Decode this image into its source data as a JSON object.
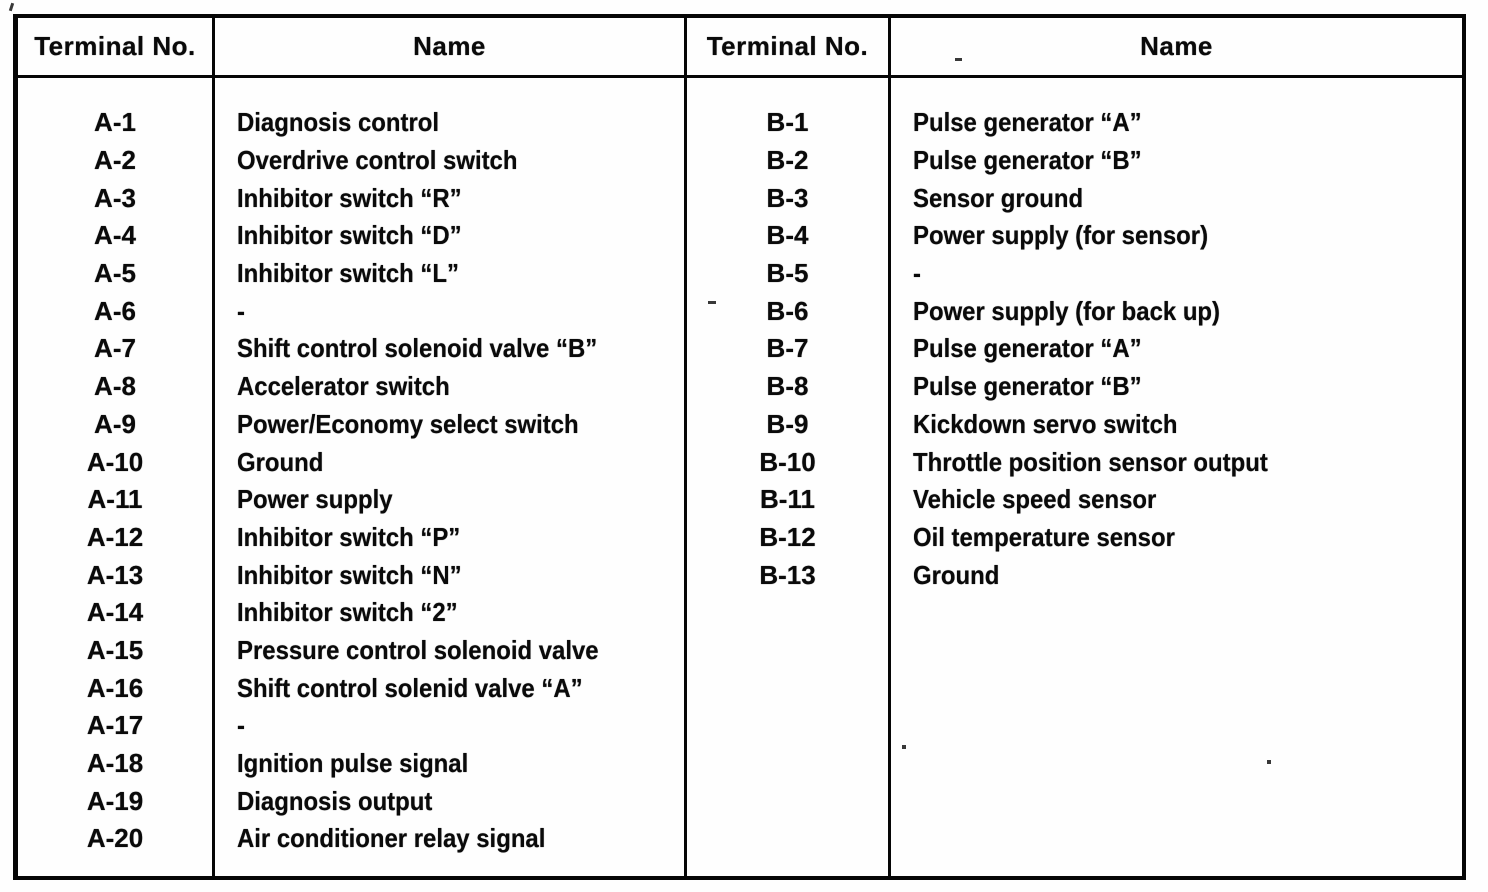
{
  "table": {
    "header": {
      "terminal_label": "Terminal No.",
      "name_label": "Name"
    },
    "left_section": {
      "rows": [
        {
          "terminal": "A-1",
          "name": "Diagnosis control"
        },
        {
          "terminal": "A-2",
          "name": "Overdrive control switch"
        },
        {
          "terminal": "A-3",
          "name": "Inhibitor switch “R”"
        },
        {
          "terminal": "A-4",
          "name": "Inhibitor switch “D”"
        },
        {
          "terminal": "A-5",
          "name": "Inhibitor switch “L”"
        },
        {
          "terminal": "A-6",
          "name": "-"
        },
        {
          "terminal": "A-7",
          "name": "Shift control solenoid valve “B”"
        },
        {
          "terminal": "A-8",
          "name": "Accelerator switch"
        },
        {
          "terminal": "A-9",
          "name": "Power/Economy select switch"
        },
        {
          "terminal": "A-10",
          "name": "Ground"
        },
        {
          "terminal": "A-11",
          "name": "Power supply"
        },
        {
          "terminal": "A-12",
          "name": "Inhibitor switch “P”"
        },
        {
          "terminal": "A-13",
          "name": "Inhibitor switch “N”"
        },
        {
          "terminal": "A-14",
          "name": "Inhibitor switch “2”"
        },
        {
          "terminal": "A-15",
          "name": "Pressure control solenoid valve"
        },
        {
          "terminal": "A-16",
          "name": "Shift control solenid valve “A”"
        },
        {
          "terminal": "A-17",
          "name": "-"
        },
        {
          "terminal": "A-18",
          "name": "Ignition pulse signal"
        },
        {
          "terminal": "A-19",
          "name": "Diagnosis output"
        },
        {
          "terminal": "A-20",
          "name": "Air conditioner relay signal"
        }
      ]
    },
    "right_section": {
      "rows": [
        {
          "terminal": "B-1",
          "name": "Pulse generator “A”"
        },
        {
          "terminal": "B-2",
          "name": "Pulse generator “B”"
        },
        {
          "terminal": "B-3",
          "name": "Sensor ground"
        },
        {
          "terminal": "B-4",
          "name": "Power supply (for sensor)"
        },
        {
          "terminal": "B-5",
          "name": "-"
        },
        {
          "terminal": "B-6",
          "name": "Power supply (for back up)"
        },
        {
          "terminal": "B-7",
          "name": "Pulse generator “A”"
        },
        {
          "terminal": "B-8",
          "name": "Pulse generator “B”"
        },
        {
          "terminal": "B-9",
          "name": "Kickdown servo switch"
        },
        {
          "terminal": "B-10",
          "name": "Throttle position sensor output"
        },
        {
          "terminal": "B-11",
          "name": "Vehicle speed sensor"
        },
        {
          "terminal": "B-12",
          "name": "Oil temperature sensor"
        },
        {
          "terminal": "B-13",
          "name": "Ground"
        }
      ]
    }
  },
  "colors": {
    "ink": "#0a0a0a",
    "paper": "#fefefe"
  }
}
